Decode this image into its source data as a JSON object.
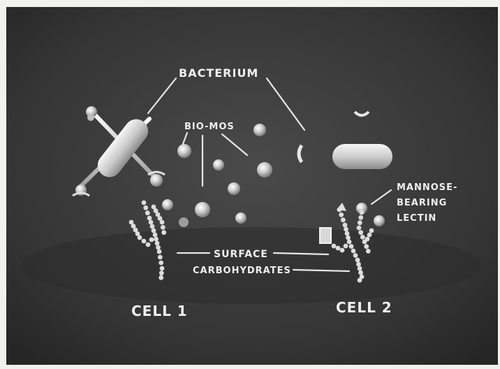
{
  "labels": {
    "bacterium": "BACTERIUM",
    "bio_mos": "BIO-MOS",
    "mannose_line1": "MANNOSE-",
    "mannose_line2": "BEARING",
    "mannose_line3": "LECTIN",
    "surface_line1": "SURFACE",
    "surface_line2": "CARBOHYDRATES",
    "cell1": "CELL 1",
    "cell2": "CELL 2"
  },
  "colors": {
    "frame": "#f1f1ee",
    "panel": "#3a3a3a",
    "label": "#efefef",
    "sphere": "#d8d8d8"
  }
}
